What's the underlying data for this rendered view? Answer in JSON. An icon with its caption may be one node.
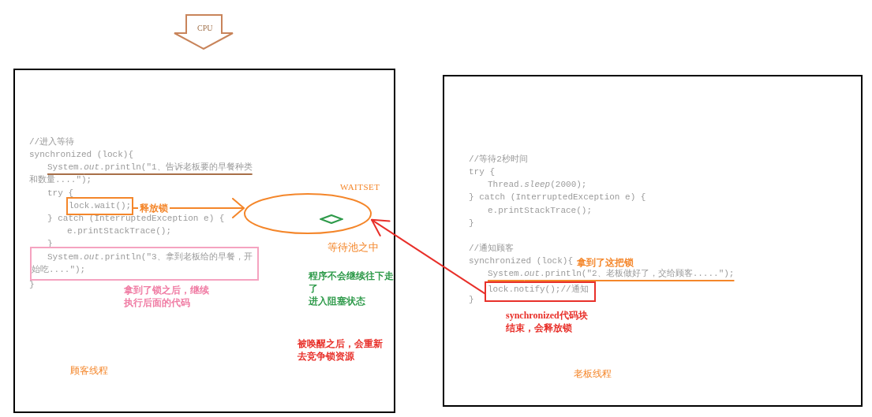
{
  "diagram": {
    "nodes": [
      {
        "text": [
          "CPU"
        ]
      },
      {
        "text": [
          "//进入等待",
          "synchronized (lock){",
          "System.*out*.println(\"1、告诉老板要的早餐种类和数量....\");",
          "try {",
          "} catch (InterruptedException e) {",
          "e.printStackTrace();",
          "}",
          "}",
          "顾客线程"
        ]
      },
      {
        "text": [
          "lock.wait();"
        ],
        "in": 1
      },
      {
        "text": [
          "System.*out*.println(\"3、拿到老板给的早餐，开始吃....\");"
        ],
        "in": 1,
        "beside": [
          "拿到了锁之后，继续执行后面的代码"
        ]
      },
      {
        "text": [
          "WAITSET"
        ],
        "in": 1,
        "beside": [
          "等待池之中"
        ]
      },
      {
        "text": [
          "//等待2秒时间",
          "try {",
          "Thread.*sleep*(2000);",
          "} catch (InterruptedException e) {",
          "e.printStackTrace();",
          "}",
          "//通知顾客",
          "synchronized (lock){",
          "System.*out*.println(\"2、老板做好了，交给顾客.....\");",
          "}",
          "老板线程"
        ]
      },
      {
        "text": [
          "lock.notify();//通知"
        ],
        "in": 5
      }
    ],
    "edges": [
      {
        "from": 2,
        "to": 4,
        "arrow": "to",
        "label": "释放锁",
        "color": "#f4862a"
      },
      {
        "from": 6,
        "to": 4,
        "arrow": "to",
        "color": "#e8302a"
      }
    ],
    "labels": [
      "程序不会继续往下走了",
      "进入阻塞状态",
      "被唤醒之后，会重新去竞争锁资源",
      "拿到了这把锁",
      "synchronized代码块结束，会释放锁"
    ]
  }
}
